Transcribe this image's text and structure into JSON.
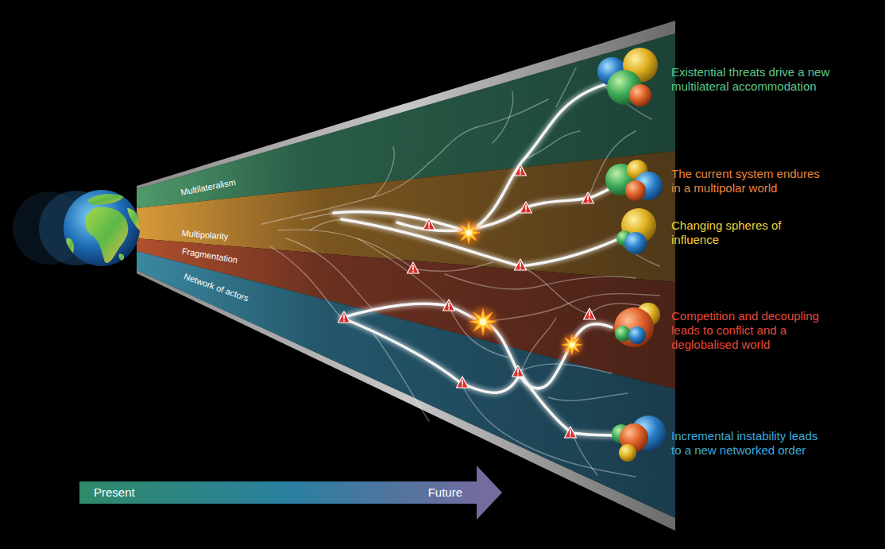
{
  "diagram": {
    "nodes": [
      {
        "text": [
          "Present",
          "Future"
        ]
      }
    ],
    "labels": [
      "Multilateralism",
      "Multipolarity",
      "Fragmentation",
      "Network of actors",
      "Existential threats drive a new multilateral accommodation",
      "The current system endures in a multipolar world",
      "Changing spheres of influence",
      "Competition and decoupling leads to conflict and a deglobalised world",
      "Incremental instability leads to a new networked order"
    ]
  }
}
